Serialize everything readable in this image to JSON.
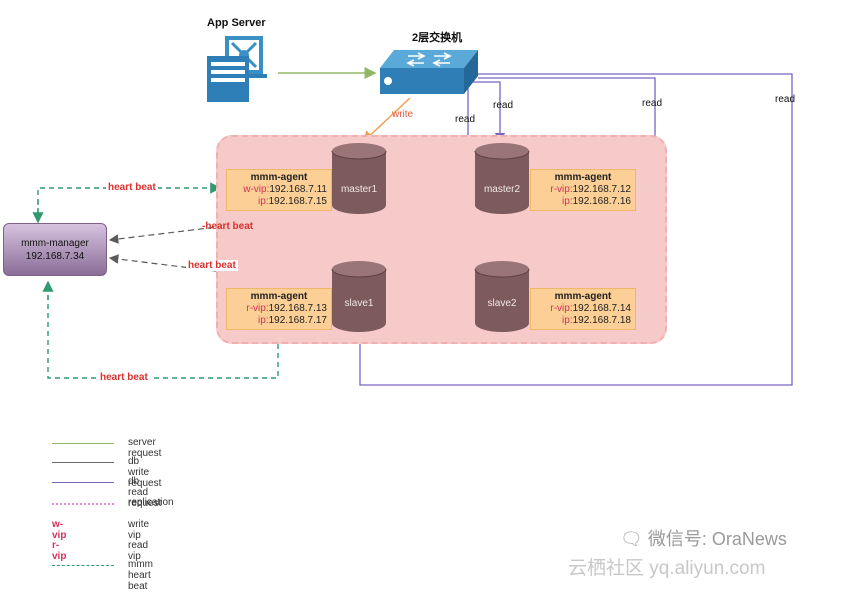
{
  "nodes": {
    "app_server": "App Server",
    "switch": "2层交换机",
    "manager": {
      "name": "mmm-manager",
      "ip": "192.168.7.34"
    },
    "dbs": {
      "master1": "master1",
      "master2": "master2",
      "slave1": "slave1",
      "slave2": "slave2"
    }
  },
  "agents": {
    "master1": {
      "title": "mmm-agent",
      "vip_key": "w-vip:",
      "vip": "192.168.7.11",
      "ip_key": "ip:",
      "ip": "192.168.7.15"
    },
    "master2": {
      "title": "mmm-agent",
      "vip_key": "r-vip:",
      "vip": "192.168.7.12",
      "ip_key": "ip:",
      "ip": "192.168.7.16"
    },
    "slave1": {
      "title": "mmm-agent",
      "vip_key": "r-vip:",
      "vip": "192.168.7.13",
      "ip_key": "ip:",
      "ip": "192.168.7.17"
    },
    "slave2": {
      "title": "mmm-agent",
      "vip_key": "r-vip:",
      "vip": "192.168.7.14",
      "ip_key": "ip:",
      "ip": "192.168.7.18"
    }
  },
  "edge_labels": {
    "write": "write",
    "read": "read",
    "heart_beat": "heart beat",
    "heart_beat_dash": "-heart beat"
  },
  "legend": [
    {
      "key": "",
      "text": "server request",
      "style": "line",
      "color": "#8fb865"
    },
    {
      "key": "",
      "text": "db write request",
      "style": "line",
      "color": "#6a6a6a"
    },
    {
      "key": "",
      "text": "db read request",
      "style": "line",
      "color": "#7b63c0"
    },
    {
      "key": "",
      "text": "replication",
      "style": "dotted",
      "color": "#e68ad9"
    },
    {
      "key": "w-vip",
      "text": "write vip",
      "style": "key",
      "color": "#d3305a"
    },
    {
      "key": "r-vip",
      "text": "read vip",
      "style": "key",
      "color": "#d3305a"
    },
    {
      "key": "",
      "text": "mmm heart beat",
      "style": "dashed",
      "color": "#2f9a6e"
    }
  ],
  "watermark": {
    "line1": "微信号: OraNews",
    "line2": "云栖社区 yq.aliyun.com"
  },
  "colors": {
    "server_request": "#8fb865",
    "write_request": "#f0a050",
    "read_request": "#7b63c0",
    "replication": "#e68ad9",
    "heartbeat": "#2f9a6e",
    "cluster_bg": "#f7caca",
    "agent_bg": "#fbcf96",
    "db_body": "#7d5a5c"
  }
}
